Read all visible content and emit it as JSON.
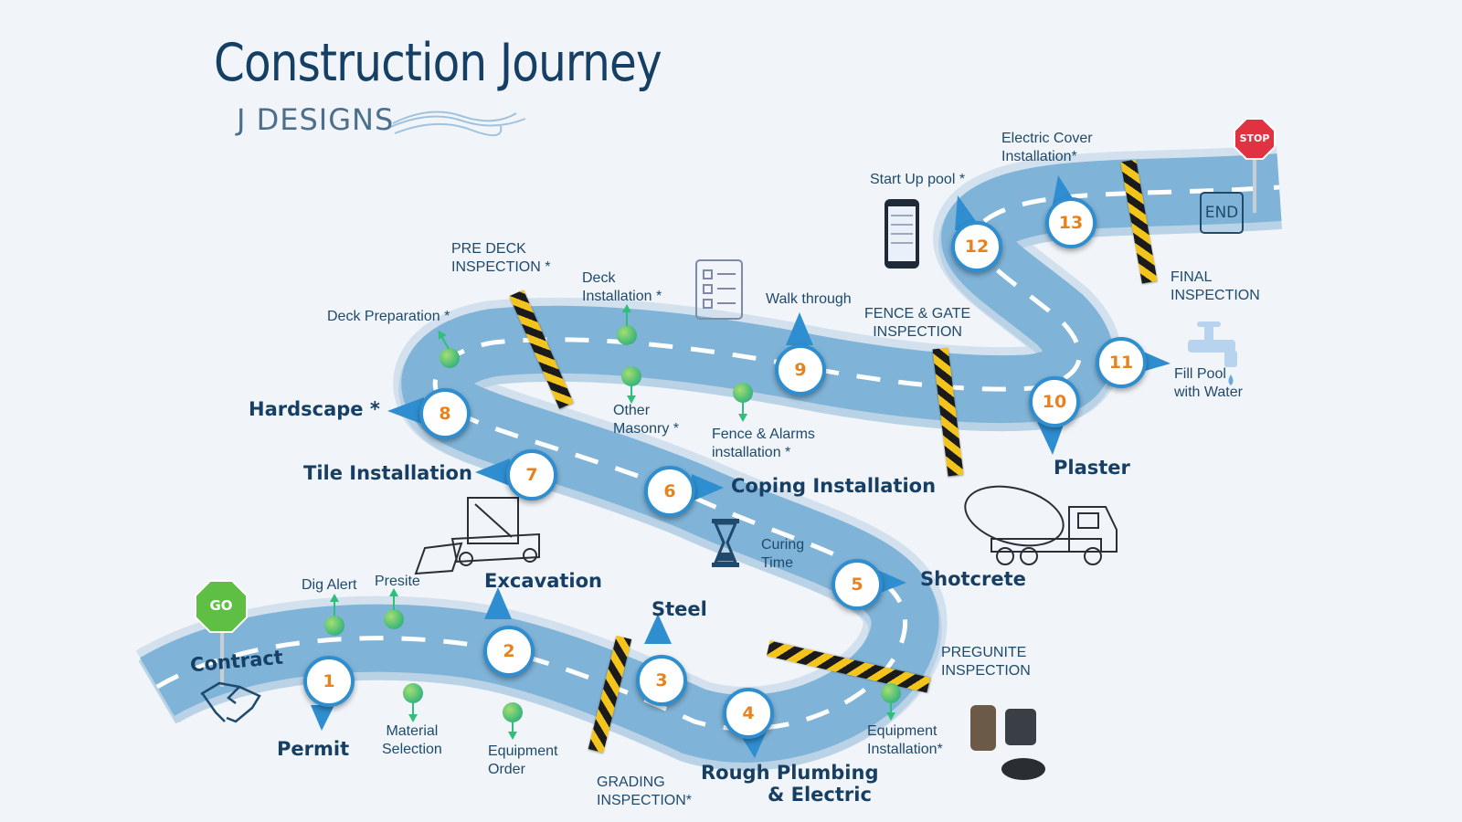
{
  "title": "Construction Journey",
  "brand": "J DESIGNS",
  "colors": {
    "road": "#7fb3d7",
    "road_edge": "#d7e6f1",
    "marker": "#2f8ed0",
    "number": "#e8821f",
    "heading": "#173f64",
    "barrier_yellow": "#f3c41b",
    "pin_green": "#4fbf77"
  },
  "signs": {
    "go": "GO",
    "stop": "STOP",
    "end": "END"
  },
  "milestones": [
    {
      "n": "1",
      "label": "Permit"
    },
    {
      "n": "2",
      "label": "Excavation"
    },
    {
      "n": "3",
      "label": "Steel"
    },
    {
      "n": "4",
      "label": "Rough Plumbing & Electric"
    },
    {
      "n": "5",
      "label": "Shotcrete"
    },
    {
      "n": "6",
      "label": "Coping Installation"
    },
    {
      "n": "7",
      "label": "Tile Installation"
    },
    {
      "n": "8",
      "label": "Hardscape *"
    },
    {
      "n": "9",
      "label": "Walk through"
    },
    {
      "n": "10",
      "label": "Plaster"
    },
    {
      "n": "11",
      "label": "Fill Pool with Water"
    },
    {
      "n": "12",
      "label": "Start Up pool *"
    },
    {
      "n": "13",
      "label": "Electric Cover Installation*"
    }
  ],
  "labels": {
    "contract": "Contract",
    "rough_line1": "Rough Plumbing",
    "rough_line2": "& Electric",
    "fill_line1": "Fill Pool",
    "fill_line2": "with Water",
    "electric_line1": "Electric Cover",
    "electric_line2": "Installation*"
  },
  "steps": [
    {
      "id": "dig-alert",
      "text": "Dig Alert"
    },
    {
      "id": "presite",
      "text": "Presite"
    },
    {
      "id": "material-selection",
      "line1": "Material",
      "line2": "Selection"
    },
    {
      "id": "equipment-order",
      "line1": "Equipment",
      "line2": "Order"
    },
    {
      "id": "equipment-installation",
      "line1": "Equipment",
      "line2": "Installation*"
    },
    {
      "id": "curing-time",
      "line1": "Curing",
      "line2": "Time"
    },
    {
      "id": "fence-alarms",
      "line1": "Fence & Alarms",
      "line2": "installation *"
    },
    {
      "id": "other-masonry",
      "line1": "Other",
      "line2": "Masonry *"
    },
    {
      "id": "deck-installation",
      "line1": "Deck",
      "line2": "Installation *"
    },
    {
      "id": "deck-preparation",
      "text": "Deck Preparation *"
    }
  ],
  "inspections": [
    {
      "id": "grading",
      "line1": "GRADING",
      "line2": "INSPECTION*"
    },
    {
      "id": "pregunite",
      "line1": "PREGUNITE",
      "line2": "INSPECTION"
    },
    {
      "id": "pre-deck",
      "line1": "PRE DECK",
      "line2": "INSPECTION *"
    },
    {
      "id": "fence-gate",
      "line1": "FENCE & GATE",
      "line2": "INSPECTION"
    },
    {
      "id": "final",
      "line1": "FINAL",
      "line2": "INSPECTION"
    }
  ]
}
